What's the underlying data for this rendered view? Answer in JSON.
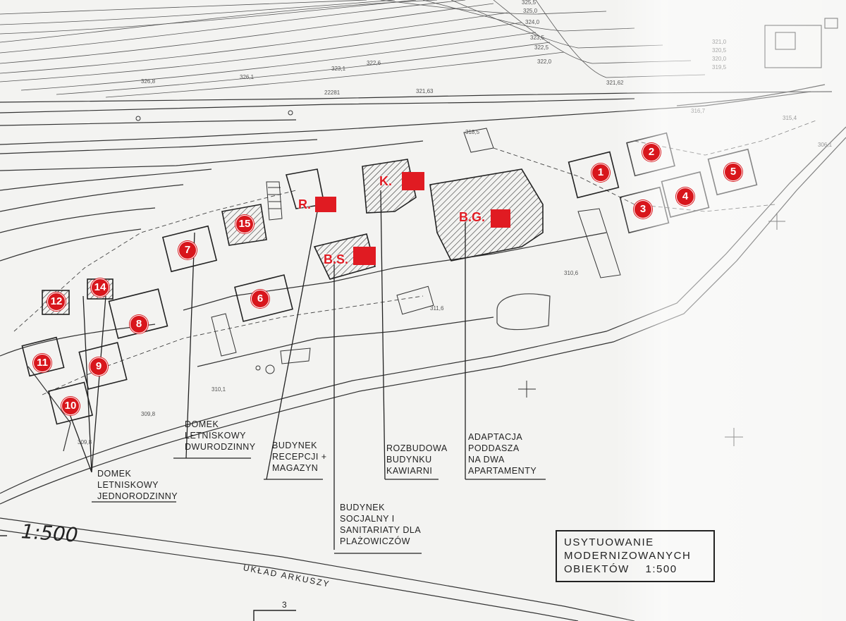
{
  "map": {
    "scale_left": "1:500",
    "sheet_layout": "UKŁAD ARKUSZY",
    "sheet_number": "3"
  },
  "title_block": {
    "line1": "USYTUOWANIE",
    "line2": "MODERNIZOWANYCH",
    "line3": "OBIEKTÓW",
    "scale": "1:500"
  },
  "numbered_markers": [
    "1",
    "2",
    "3",
    "4",
    "5",
    "6",
    "7",
    "8",
    "9",
    "10",
    "11",
    "12",
    "14",
    "15"
  ],
  "building_labels": {
    "reception": "R.",
    "cafe": "K.",
    "social": "B.S.",
    "main": "B.G."
  },
  "notes": {
    "single_cottage": [
      "DOMEK",
      "LETNISKOWY",
      "JEDNORODZINNY"
    ],
    "double_cottage": [
      "DOMEK",
      "LETNISKOWY",
      "DWURODZINNY"
    ],
    "reception": [
      "BUDYNEK",
      "RECEPCJI +",
      "MAGAZYN"
    ],
    "social": [
      "BUDYNEK",
      "SOCJALNY I",
      "SANITARIATY DLA",
      "PLAŻOWICZÓW"
    ],
    "cafe": [
      "ROZBUDOWA",
      "BUDYNKU",
      "KAWIARNI"
    ],
    "attic": [
      "ADAPTACJA",
      "PODDASZA",
      "NA DWA",
      "APARTAMENTY"
    ]
  },
  "colors": {
    "marker": "#d8161c",
    "ink": "#222222",
    "paper": "#f3f3f1"
  }
}
